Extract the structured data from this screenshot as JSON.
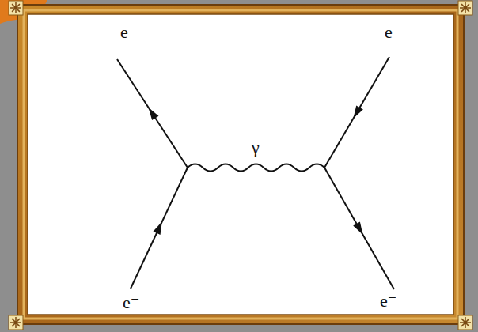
{
  "diagram": {
    "labels": [
      "e",
      "e",
      "γ",
      "e⁻",
      "e⁻"
    ]
  }
}
